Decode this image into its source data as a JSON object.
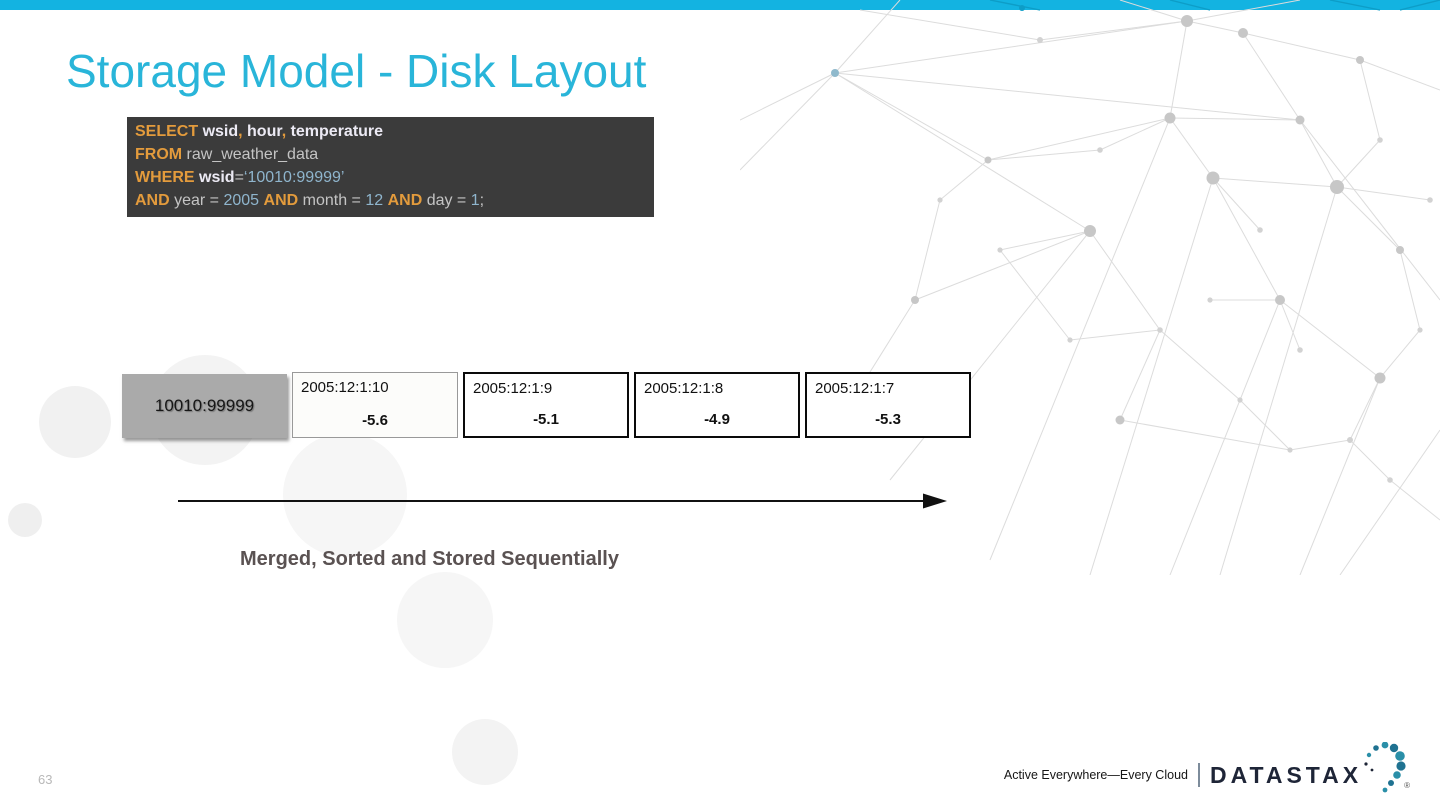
{
  "slide": {
    "title": "Storage Model - Disk Layout"
  },
  "colors": {
    "accent_bar": "#13b3e1",
    "title": "#29b5d9",
    "code_background": "#3b3b3b",
    "code_keyword": "#e39b3c",
    "code_identifier": "#eceaf4",
    "code_plain": "#c4c4c4",
    "code_literal": "#8fb5cd",
    "brand_navy": "#1e2537",
    "brand_teal": "#2a8fa8"
  },
  "code_block": {
    "lines": [
      {
        "tokens": [
          {
            "t": "SELECT ",
            "c": "kw"
          },
          {
            "t": "wsid",
            "c": "id"
          },
          {
            "t": ", ",
            "c": "kw"
          },
          {
            "t": "hour",
            "c": "id"
          },
          {
            "t": ", ",
            "c": "kw"
          },
          {
            "t": "temperature",
            "c": "id"
          }
        ]
      },
      {
        "tokens": [
          {
            "t": "FROM ",
            "c": "kw"
          },
          {
            "t": "raw_weather_data",
            "c": "plain"
          }
        ]
      },
      {
        "tokens": [
          {
            "t": "WHERE ",
            "c": "kw"
          },
          {
            "t": "wsid",
            "c": "id"
          },
          {
            "t": "=",
            "c": "plain"
          },
          {
            "t": "‘10010:99999’",
            "c": "lit"
          }
        ]
      },
      {
        "tokens": [
          {
            "t": "AND ",
            "c": "kw"
          },
          {
            "t": "year = ",
            "c": "plain"
          },
          {
            "t": "2005",
            "c": "lit"
          },
          {
            "t": " ",
            "c": "plain"
          },
          {
            "t": "AND ",
            "c": "kw"
          },
          {
            "t": "month = ",
            "c": "plain"
          },
          {
            "t": "12",
            "c": "lit"
          },
          {
            "t": " ",
            "c": "plain"
          },
          {
            "t": "AND ",
            "c": "kw"
          },
          {
            "t": "day = ",
            "c": "plain"
          },
          {
            "t": "1",
            "c": "lit"
          },
          {
            "t": ";",
            "c": "plain"
          }
        ]
      }
    ]
  },
  "disk_row": {
    "partition_key": "10010:99999",
    "cells": [
      {
        "timestamp": "2005:12:1:10",
        "value": "-5.6",
        "variant": "light"
      },
      {
        "timestamp": "2005:12:1:9",
        "value": "-5.1",
        "variant": "dark"
      },
      {
        "timestamp": "2005:12:1:8",
        "value": "-4.9",
        "variant": "dark"
      },
      {
        "timestamp": "2005:12:1:7",
        "value": "-5.3",
        "variant": "dark"
      }
    ],
    "caption": "Merged, Sorted and Stored Sequentially"
  },
  "footer": {
    "page_number": "63",
    "tagline": "Active Everywhere—Every Cloud",
    "brand": "DATASTAX",
    "registered_mark": "®"
  }
}
